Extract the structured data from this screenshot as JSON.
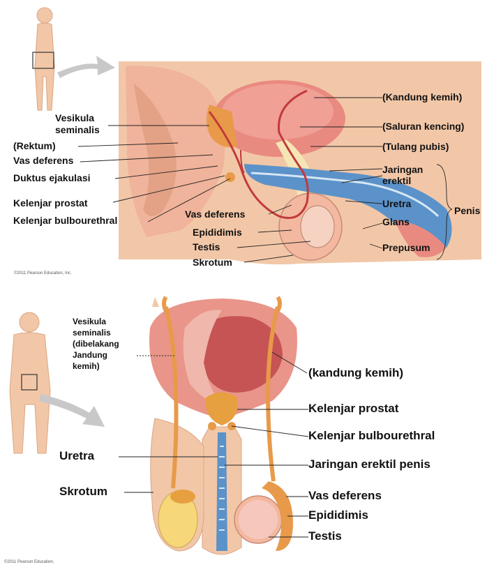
{
  "top": {
    "left_labels": {
      "vesikula_line1": "Vesikula",
      "vesikula_line2": "seminalis",
      "rektum": "(Rektum)",
      "vas_deferens": "Vas deferens",
      "duktus": "Duktus ejakulasi",
      "prostat": "Kelenjar prostat",
      "bulbo": "Kelenjar bulbourethral"
    },
    "right_labels": {
      "kandung": "(Kandung kemih)",
      "saluran": "(Saluran kencing)",
      "tulang": "(Tulang pubis)",
      "jaringan_line1": "Jaringan",
      "jaringan_line2": "erektil",
      "uretra": "Uretra",
      "glans": "Glans",
      "prepusum": "Prepusum",
      "penis": "Penis"
    },
    "center_labels": {
      "vas_deferens": "Vas deferens",
      "epididimis": "Epididimis",
      "testis": "Testis",
      "skrotum": "Skrotum"
    },
    "copyright": "©2011 Pearson Education, Inc."
  },
  "bottom": {
    "vesikula_lines": [
      "Vesikula",
      "seminalis",
      "(dibelakang",
      "Jandung",
      "kemih)"
    ],
    "left_labels": {
      "uretra": "Uretra",
      "skrotum": "Skrotum"
    },
    "right_labels": {
      "kandung": "(kandung kemih)",
      "prostat": "Kelenjar prostat",
      "bulbo": "Kelenjar bulbourethral",
      "jaringan": "Jaringan erektil penis",
      "vas": "Vas deferens",
      "epididimis": "Epididimis",
      "testis": "Testis"
    },
    "copyright": "©2011 Pearson Education,"
  },
  "colors": {
    "skin": "#f2c7a7",
    "tissue": "#f0b39b",
    "bladder": "#e98a80",
    "duct": "#e89a4a",
    "erectile": "#5b92c9",
    "bone": "#f6e6b6",
    "arrow": "#c8c8c8"
  }
}
